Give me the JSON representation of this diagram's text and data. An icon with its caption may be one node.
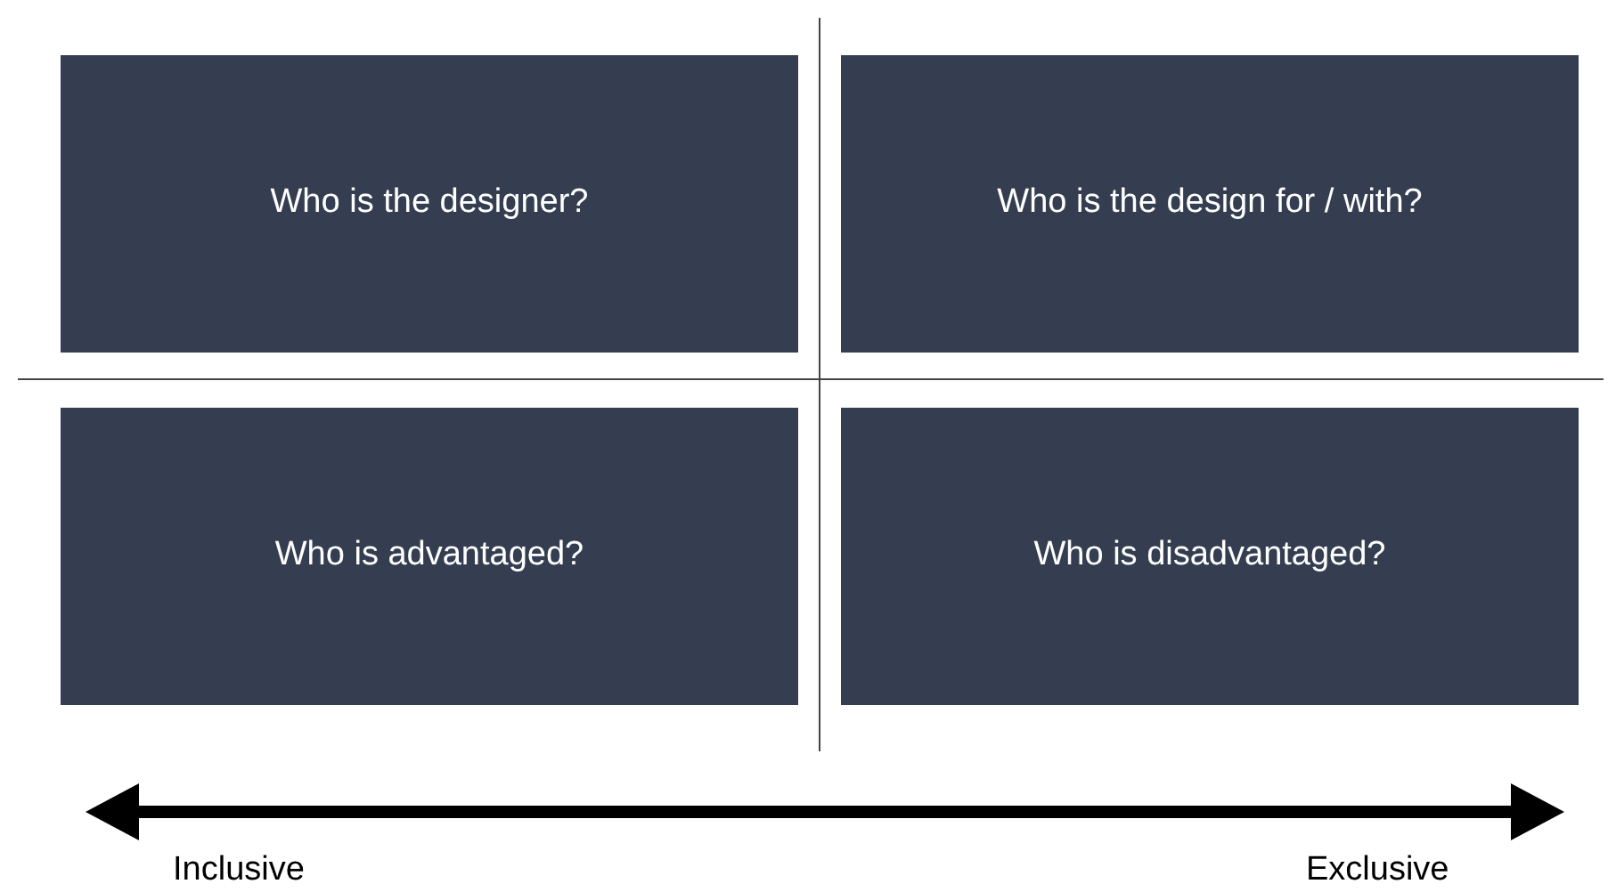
{
  "diagram": {
    "nodes": [
      {
        "text": [
          "Who is the designer?"
        ]
      },
      {
        "text": [
          "Who is the design for / with?"
        ]
      },
      {
        "text": [
          "Who is advantaged?"
        ]
      },
      {
        "text": [
          "Who is disadvantaged?"
        ]
      }
    ],
    "labels": [
      "Inclusive",
      "Exclusive"
    ]
  }
}
